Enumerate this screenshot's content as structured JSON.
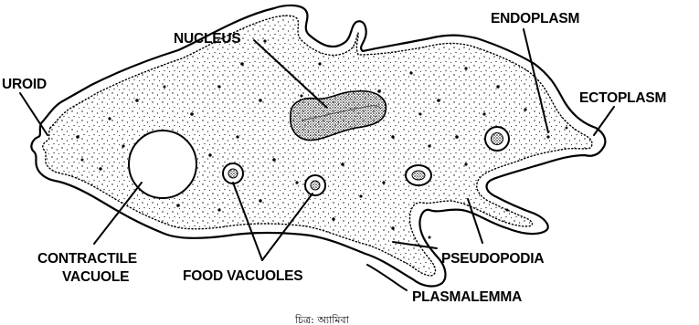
{
  "labels": {
    "nucleus": "NUCLEUS",
    "endoplasm": "ENDOPLASM",
    "uroid": "UROID",
    "ectoplasm": "ECTOPLASM",
    "contractile_vacuole_line1": "CONTRACTILE",
    "contractile_vacuole_line2": "VACUOLE",
    "food_vacuoles": "FOOD VACUOLES",
    "pseudopodia": "PSEUDOPODIA",
    "plasmalemma": "PLASMALEMMA"
  },
  "caption": "চিত্র: অ্যামিবা"
}
